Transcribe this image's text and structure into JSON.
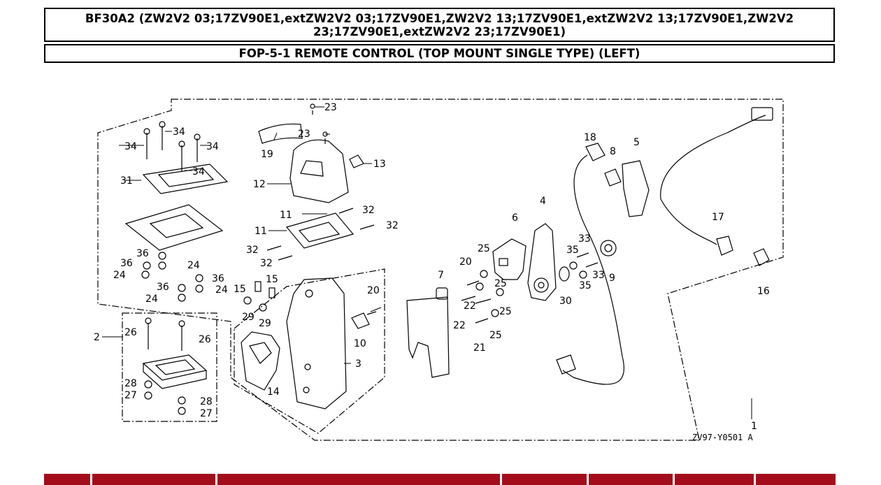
{
  "header": {
    "model_line": "BF30A2 (ZW2V2 03;17ZV90E1,extZW2V2 03;17ZV90E1,ZW2V2 13;17ZV90E1,extZW2V2 13;17ZV90E1,ZW2V2 23;17ZV90E1,extZW2V2 23;17ZV90E1)",
    "section_title": "FOP-5-1 REMOTE CONTROL (TOP MOUNT SINGLE TYPE) (LEFT)"
  },
  "diagram": {
    "reference_code": "ZV97-Y0501 A",
    "callouts": [
      "1",
      "2",
      "3",
      "4",
      "5",
      "6",
      "7",
      "8",
      "9",
      "10",
      "11",
      "12",
      "13",
      "14",
      "15",
      "16",
      "17",
      "18",
      "19",
      "20",
      "21",
      "22",
      "23",
      "24",
      "25",
      "26",
      "27",
      "28",
      "29",
      "30",
      "31",
      "32",
      "33",
      "34",
      "35",
      "36"
    ]
  },
  "parts_table": {
    "header_color": "#a30d1b"
  }
}
